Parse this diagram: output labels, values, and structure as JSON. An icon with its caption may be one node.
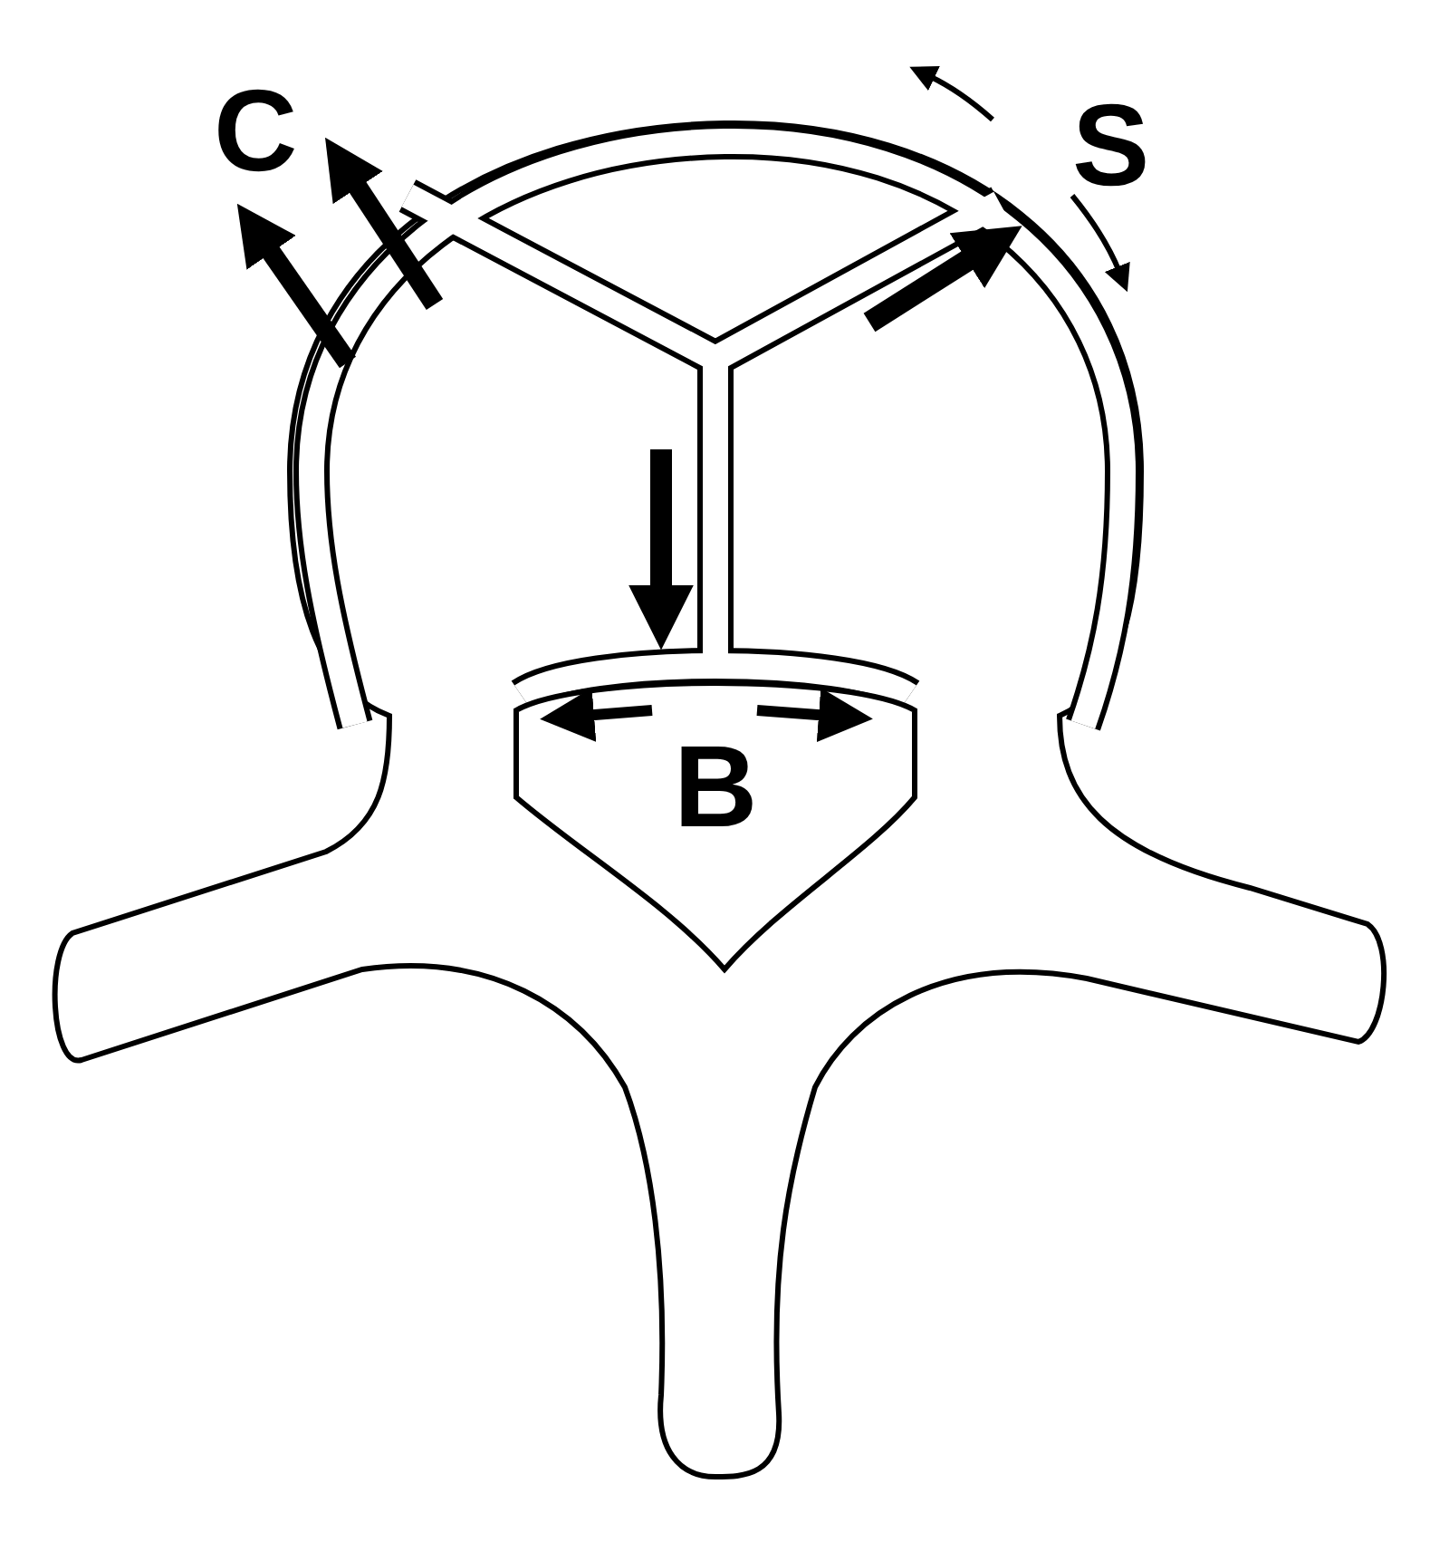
{
  "diagram": {
    "labels": [
      "C",
      "S",
      "B"
    ]
  }
}
